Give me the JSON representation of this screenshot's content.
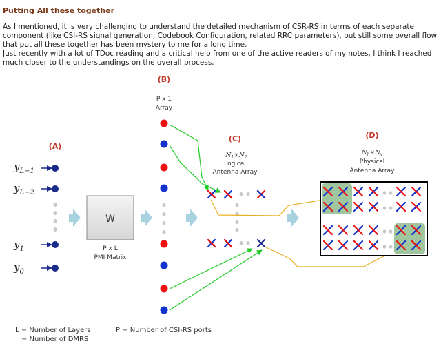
{
  "heading": "Putting All these together",
  "paragraph1": "As I mentioned, it is very challenging to understand the detailed mechanism of CSR-RS in terms of each separate component (like CSI-RS signal generation, Codebook Configuration, related RRC parameters), but still some overall flow that put all these together has been mystery to me for a long time.",
  "paragraph2": "Just recently with a lot of TDoc reading and a critical help from one of the active readers of my notes, I think I reached much closer to the understandings on the overall process.",
  "figure": {
    "label_a": "(A)",
    "label_b": "(B)",
    "label_c": "(C)",
    "label_d": "(D)",
    "b_dim": "P x 1",
    "b_caption": "Array",
    "layer_labels": [
      "y_{L-1}",
      "y_{L-2}",
      "y_1",
      "y_0"
    ],
    "w_box": "W",
    "w_dim": "P x L",
    "w_caption": "PMI Matrix",
    "c_dim_1": "N",
    "c_dim_1_sub": "1",
    "c_dim_x": "×",
    "c_dim_2": "N",
    "c_dim_2_sub": "2",
    "c_caption_1": "Logical",
    "c_caption_2": "Antenna Array",
    "d_dim_1": "N",
    "d_dim_1_sub": "h",
    "d_dim_x": "×",
    "d_dim_2": "N",
    "d_dim_2_sub": "v",
    "d_caption_1": "Physical",
    "d_caption_2": "Antenna Array",
    "legend_l_1": "L = Number of Layers",
    "legend_l_2": "= Number of DMRS",
    "legend_p": "P = Number of CSI-RS ports",
    "colors": {
      "red": "#ee1111",
      "blue": "#1133cc",
      "navy": "#1a2a8a",
      "green_arrow": "#22cc22",
      "yellow_line": "#e8b020",
      "flow_arrow": "#a8d2e0",
      "highlight": "#8fbc8f",
      "title": "#7a3a1a",
      "letter_label": "#c0392b"
    }
  }
}
